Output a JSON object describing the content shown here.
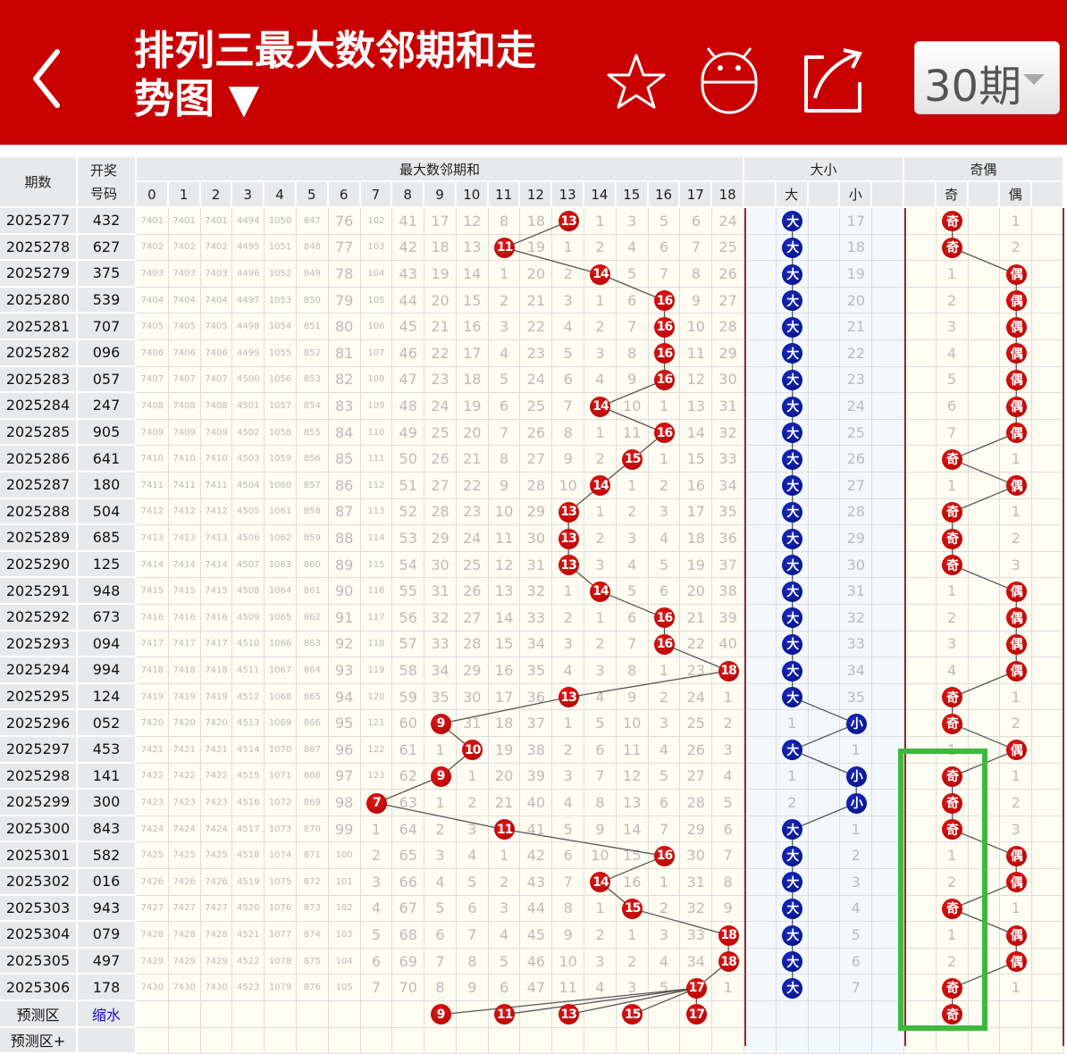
{
  "header": {
    "title": "排列三最大数邻期和走势图 ▼",
    "period_select": "30期",
    "icons": [
      "back-chevron-icon",
      "star-icon",
      "android-icon",
      "share-icon",
      "dropdown-triangle-icon"
    ]
  },
  "colors": {
    "brand": "#c90000",
    "ball_red": "#c00000",
    "ball_blue": "#0a14a0",
    "highlight": "#3dba3d"
  },
  "table": {
    "col_period": "期数",
    "col_number": "开奖号码",
    "group_sum": "最大数邻期和",
    "group_size": "大小",
    "group_oe": "奇偶",
    "sum_cols": [
      "0",
      "1",
      "2",
      "3",
      "4",
      "5",
      "6",
      "7",
      "8",
      "9",
      "10",
      "11",
      "12",
      "13",
      "14",
      "15",
      "16",
      "17",
      "18"
    ],
    "size_cols": [
      "",
      "大",
      "",
      "小",
      ""
    ],
    "oe_cols": [
      "",
      "奇",
      "",
      "偶",
      ""
    ],
    "rows": [
      {
        "p": "2025277",
        "n": "432",
        "hit": 13,
        "c": [
          7401,
          7401,
          7401,
          4494,
          1050,
          847,
          76,
          102,
          41,
          17,
          12,
          8,
          18,
          13,
          1,
          3,
          5,
          6,
          24
        ],
        "s": [
          "大",
          "17"
        ],
        "o": [
          "奇",
          "1"
        ]
      },
      {
        "p": "2025278",
        "n": "627",
        "hit": 11,
        "c": [
          7402,
          7402,
          7402,
          4495,
          1051,
          848,
          77,
          103,
          42,
          18,
          13,
          11,
          19,
          1,
          2,
          4,
          6,
          7,
          25
        ],
        "s": [
          "大",
          "18"
        ],
        "o": [
          "奇",
          "2"
        ]
      },
      {
        "p": "2025279",
        "n": "375",
        "hit": 14,
        "c": [
          7403,
          7403,
          7403,
          4496,
          1052,
          849,
          78,
          104,
          43,
          19,
          14,
          1,
          20,
          2,
          14,
          5,
          7,
          8,
          26
        ],
        "s": [
          "大",
          "19"
        ],
        "o": [
          "1",
          "偶"
        ]
      },
      {
        "p": "2025280",
        "n": "539",
        "hit": 16,
        "c": [
          7404,
          7404,
          7404,
          4497,
          1053,
          850,
          79,
          105,
          44,
          20,
          15,
          2,
          21,
          3,
          1,
          6,
          16,
          9,
          27
        ],
        "s": [
          "大",
          "20"
        ],
        "o": [
          "2",
          "偶"
        ]
      },
      {
        "p": "2025281",
        "n": "707",
        "hit": 16,
        "c": [
          7405,
          7405,
          7405,
          4498,
          1054,
          851,
          80,
          106,
          45,
          21,
          16,
          3,
          22,
          4,
          2,
          7,
          16,
          10,
          28
        ],
        "s": [
          "大",
          "21"
        ],
        "o": [
          "3",
          "偶"
        ]
      },
      {
        "p": "2025282",
        "n": "096",
        "hit": 16,
        "c": [
          7406,
          7406,
          7406,
          4499,
          1055,
          852,
          81,
          107,
          46,
          22,
          17,
          4,
          23,
          5,
          3,
          8,
          16,
          11,
          29
        ],
        "s": [
          "大",
          "22"
        ],
        "o": [
          "4",
          "偶"
        ]
      },
      {
        "p": "2025283",
        "n": "057",
        "hit": 16,
        "c": [
          7407,
          7407,
          7407,
          4500,
          1056,
          853,
          82,
          108,
          47,
          23,
          18,
          5,
          24,
          6,
          4,
          9,
          16,
          12,
          30
        ],
        "s": [
          "大",
          "23"
        ],
        "o": [
          "5",
          "偶"
        ]
      },
      {
        "p": "2025284",
        "n": "247",
        "hit": 14,
        "c": [
          7408,
          7408,
          7408,
          4501,
          1057,
          854,
          83,
          109,
          48,
          24,
          19,
          6,
          25,
          7,
          14,
          10,
          1,
          13,
          31
        ],
        "s": [
          "大",
          "24"
        ],
        "o": [
          "6",
          "偶"
        ]
      },
      {
        "p": "2025285",
        "n": "905",
        "hit": 16,
        "c": [
          7409,
          7409,
          7409,
          4502,
          1058,
          855,
          84,
          110,
          49,
          25,
          20,
          7,
          26,
          8,
          1,
          11,
          16,
          14,
          32
        ],
        "s": [
          "大",
          "25"
        ],
        "o": [
          "7",
          "偶"
        ]
      },
      {
        "p": "2025286",
        "n": "641",
        "hit": 15,
        "c": [
          7410,
          7410,
          7410,
          4503,
          1059,
          856,
          85,
          111,
          50,
          26,
          21,
          8,
          27,
          9,
          2,
          15,
          1,
          15,
          33
        ],
        "s": [
          "大",
          "26"
        ],
        "o": [
          "奇",
          "1"
        ]
      },
      {
        "p": "2025287",
        "n": "180",
        "hit": 14,
        "c": [
          7411,
          7411,
          7411,
          4504,
          1060,
          857,
          86,
          112,
          51,
          27,
          22,
          9,
          28,
          10,
          14,
          1,
          2,
          16,
          34
        ],
        "s": [
          "大",
          "27"
        ],
        "o": [
          "1",
          "偶"
        ]
      },
      {
        "p": "2025288",
        "n": "504",
        "hit": 13,
        "c": [
          7412,
          7412,
          7412,
          4505,
          1061,
          858,
          87,
          113,
          52,
          28,
          23,
          10,
          29,
          13,
          1,
          2,
          3,
          17,
          35
        ],
        "s": [
          "大",
          "28"
        ],
        "o": [
          "奇",
          "1"
        ]
      },
      {
        "p": "2025289",
        "n": "685",
        "hit": 13,
        "c": [
          7413,
          7413,
          7413,
          4506,
          1062,
          859,
          88,
          114,
          53,
          29,
          24,
          11,
          30,
          13,
          2,
          3,
          4,
          18,
          36
        ],
        "s": [
          "大",
          "29"
        ],
        "o": [
          "奇",
          "2"
        ]
      },
      {
        "p": "2025290",
        "n": "125",
        "hit": 13,
        "c": [
          7414,
          7414,
          7414,
          4507,
          1063,
          860,
          89,
          115,
          54,
          30,
          25,
          12,
          31,
          13,
          3,
          4,
          5,
          19,
          37
        ],
        "s": [
          "大",
          "30"
        ],
        "o": [
          "奇",
          "3"
        ]
      },
      {
        "p": "2025291",
        "n": "948",
        "hit": 14,
        "c": [
          7415,
          7415,
          7415,
          4508,
          1064,
          861,
          90,
          116,
          55,
          31,
          26,
          13,
          32,
          1,
          14,
          5,
          6,
          20,
          38
        ],
        "s": [
          "大",
          "31"
        ],
        "o": [
          "1",
          "偶"
        ]
      },
      {
        "p": "2025292",
        "n": "673",
        "hit": 16,
        "c": [
          7416,
          7416,
          7416,
          4509,
          1065,
          862,
          91,
          117,
          56,
          32,
          27,
          14,
          33,
          2,
          1,
          6,
          16,
          21,
          39
        ],
        "s": [
          "大",
          "32"
        ],
        "o": [
          "2",
          "偶"
        ]
      },
      {
        "p": "2025293",
        "n": "094",
        "hit": 16,
        "c": [
          7417,
          7417,
          7417,
          4510,
          1066,
          863,
          92,
          118,
          57,
          33,
          28,
          15,
          34,
          3,
          2,
          7,
          16,
          22,
          40
        ],
        "s": [
          "大",
          "33"
        ],
        "o": [
          "3",
          "偶"
        ]
      },
      {
        "p": "2025294",
        "n": "994",
        "hit": 18,
        "c": [
          7418,
          7418,
          7418,
          4511,
          1067,
          864,
          93,
          119,
          58,
          34,
          29,
          16,
          35,
          4,
          3,
          8,
          1,
          23,
          18
        ],
        "s": [
          "大",
          "34"
        ],
        "o": [
          "4",
          "偶"
        ]
      },
      {
        "p": "2025295",
        "n": "124",
        "hit": 13,
        "c": [
          7419,
          7419,
          7419,
          4512,
          1068,
          865,
          94,
          120,
          59,
          35,
          30,
          17,
          36,
          13,
          4,
          9,
          2,
          24,
          1
        ],
        "s": [
          "大",
          "35"
        ],
        "o": [
          "奇",
          "1"
        ]
      },
      {
        "p": "2025296",
        "n": "052",
        "hit": 9,
        "c": [
          7420,
          7420,
          7420,
          4513,
          1069,
          866,
          95,
          121,
          60,
          9,
          31,
          18,
          37,
          1,
          5,
          10,
          3,
          25,
          2
        ],
        "s": [
          "1",
          "小"
        ],
        "o": [
          "奇",
          "2"
        ]
      },
      {
        "p": "2025297",
        "n": "453",
        "hit": 10,
        "c": [
          7421,
          7421,
          7421,
          4514,
          1070,
          867,
          96,
          122,
          61,
          1,
          10,
          19,
          38,
          2,
          6,
          11,
          4,
          26,
          3
        ],
        "s": [
          "大",
          "1"
        ],
        "o": [
          "1",
          "偶"
        ]
      },
      {
        "p": "2025298",
        "n": "141",
        "hit": 9,
        "c": [
          7422,
          7422,
          7422,
          4515,
          1071,
          868,
          97,
          123,
          62,
          9,
          1,
          20,
          39,
          3,
          7,
          12,
          5,
          27,
          4
        ],
        "s": [
          "1",
          "小"
        ],
        "o": [
          "奇",
          "1"
        ]
      },
      {
        "p": "2025299",
        "n": "300",
        "hit": 7,
        "c": [
          7423,
          7423,
          7423,
          4516,
          1072,
          869,
          98,
          7,
          63,
          1,
          2,
          21,
          40,
          4,
          8,
          13,
          6,
          28,
          5
        ],
        "s": [
          "2",
          "小"
        ],
        "o": [
          "奇",
          "2"
        ]
      },
      {
        "p": "2025300",
        "n": "843",
        "hit": 11,
        "c": [
          7424,
          7424,
          7424,
          4517,
          1073,
          870,
          99,
          1,
          64,
          2,
          3,
          11,
          41,
          5,
          9,
          14,
          7,
          29,
          6
        ],
        "s": [
          "大",
          "1"
        ],
        "o": [
          "奇",
          "3"
        ]
      },
      {
        "p": "2025301",
        "n": "582",
        "hit": 16,
        "c": [
          7425,
          7425,
          7425,
          4518,
          1074,
          871,
          100,
          2,
          65,
          3,
          4,
          1,
          42,
          6,
          10,
          15,
          16,
          30,
          7
        ],
        "s": [
          "大",
          "2"
        ],
        "o": [
          "1",
          "偶"
        ]
      },
      {
        "p": "2025302",
        "n": "016",
        "hit": 14,
        "c": [
          7426,
          7426,
          7426,
          4519,
          1075,
          872,
          101,
          3,
          66,
          4,
          5,
          2,
          43,
          7,
          14,
          16,
          1,
          31,
          8
        ],
        "s": [
          "大",
          "3"
        ],
        "o": [
          "2",
          "偶"
        ]
      },
      {
        "p": "2025303",
        "n": "943",
        "hit": 15,
        "c": [
          7427,
          7427,
          7427,
          4520,
          1076,
          873,
          102,
          4,
          67,
          5,
          6,
          3,
          44,
          8,
          1,
          15,
          2,
          32,
          9
        ],
        "s": [
          "大",
          "4"
        ],
        "o": [
          "奇",
          "1"
        ]
      },
      {
        "p": "2025304",
        "n": "079",
        "hit": 18,
        "c": [
          7428,
          7428,
          7428,
          4521,
          1077,
          874,
          103,
          5,
          68,
          6,
          7,
          4,
          45,
          9,
          2,
          1,
          3,
          33,
          18
        ],
        "s": [
          "大",
          "5"
        ],
        "o": [
          "1",
          "偶"
        ]
      },
      {
        "p": "2025305",
        "n": "497",
        "hit": 18,
        "c": [
          7429,
          7429,
          7429,
          4522,
          1078,
          875,
          104,
          6,
          69,
          7,
          8,
          5,
          46,
          10,
          3,
          2,
          4,
          34,
          18
        ],
        "s": [
          "大",
          "6"
        ],
        "o": [
          "2",
          "偶"
        ]
      },
      {
        "p": "2025306",
        "n": "178",
        "hit": 17,
        "c": [
          7430,
          7430,
          7430,
          4523,
          1079,
          876,
          105,
          7,
          70,
          8,
          9,
          6,
          47,
          11,
          4,
          3,
          5,
          17,
          1
        ],
        "s": [
          "大",
          "7"
        ],
        "o": [
          "奇",
          "1"
        ]
      }
    ],
    "predict": {
      "label": "预测区",
      "action": "缩水",
      "balls": [
        9,
        11,
        13,
        15,
        17
      ],
      "oe": "奇"
    },
    "predict_plus": {
      "label": "预测区+"
    }
  }
}
